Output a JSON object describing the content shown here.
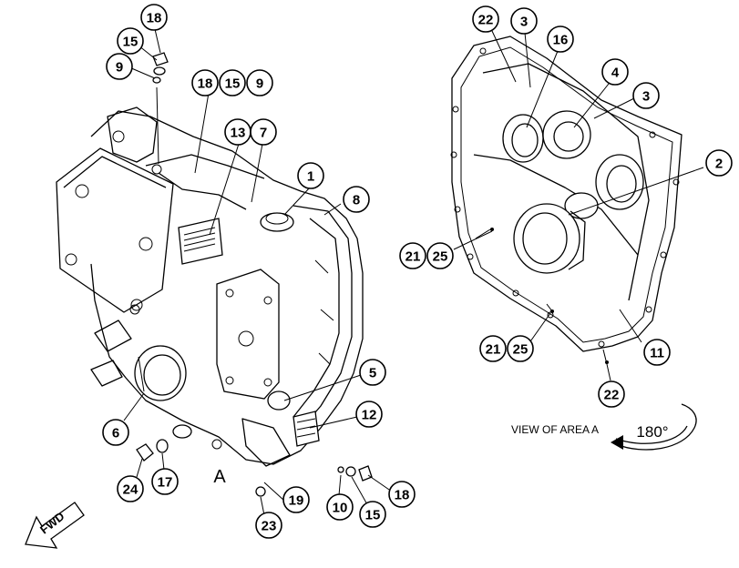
{
  "callouts_left": [
    "18",
    "15",
    "9",
    "18",
    "15",
    "9",
    "13",
    "7",
    "1",
    "8",
    "6",
    "5",
    "12",
    "24",
    "17",
    "19",
    "23",
    "10",
    "15",
    "18"
  ],
  "callouts_right": [
    "22",
    "3",
    "16",
    "4",
    "3",
    "2",
    "21",
    "25",
    "21",
    "25",
    "11",
    "22"
  ],
  "area_label": "A",
  "view_label": "VIEW OF AREA A",
  "rotation_label": "180°",
  "fwd_label": "FWD"
}
